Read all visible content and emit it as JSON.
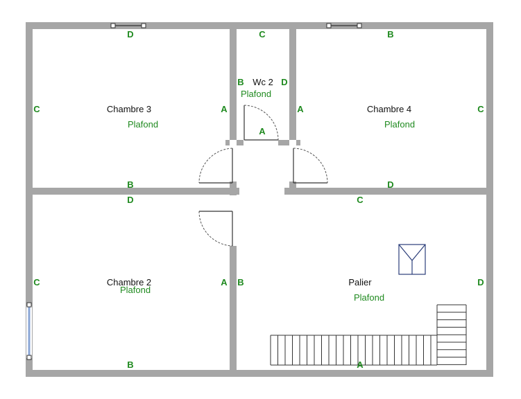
{
  "rooms": {
    "chambre3": {
      "name": "Chambre 3",
      "ceiling": "Plafond"
    },
    "wc2": {
      "name": "Wc 2",
      "ceiling": "Plafond"
    },
    "chambre4": {
      "name": "Chambre 4",
      "ceiling": "Plafond"
    },
    "chambre2": {
      "name": "Chambre 2",
      "ceiling": "Plafond"
    },
    "palier": {
      "name": "Palier",
      "ceiling": "Plafond"
    }
  },
  "wall_letters": {
    "chambre3": {
      "top": "D",
      "left": "C",
      "right": "A",
      "bottom": "B"
    },
    "wc2": {
      "top": "C",
      "left": "B",
      "right": "D",
      "bottom": "A"
    },
    "chambre4": {
      "top": "B",
      "left": "A",
      "right": "C",
      "bottom": "D"
    },
    "chambre2": {
      "top": "D",
      "left": "C",
      "right": "A",
      "bottom": "B"
    },
    "palier": {
      "top": "C",
      "left": "B",
      "right": "D",
      "bottom": "A"
    }
  },
  "colors": {
    "wall": "#a6a6a6",
    "letter": "#1f8a1f",
    "label": "#111111",
    "window": "#8aa6d6"
  }
}
